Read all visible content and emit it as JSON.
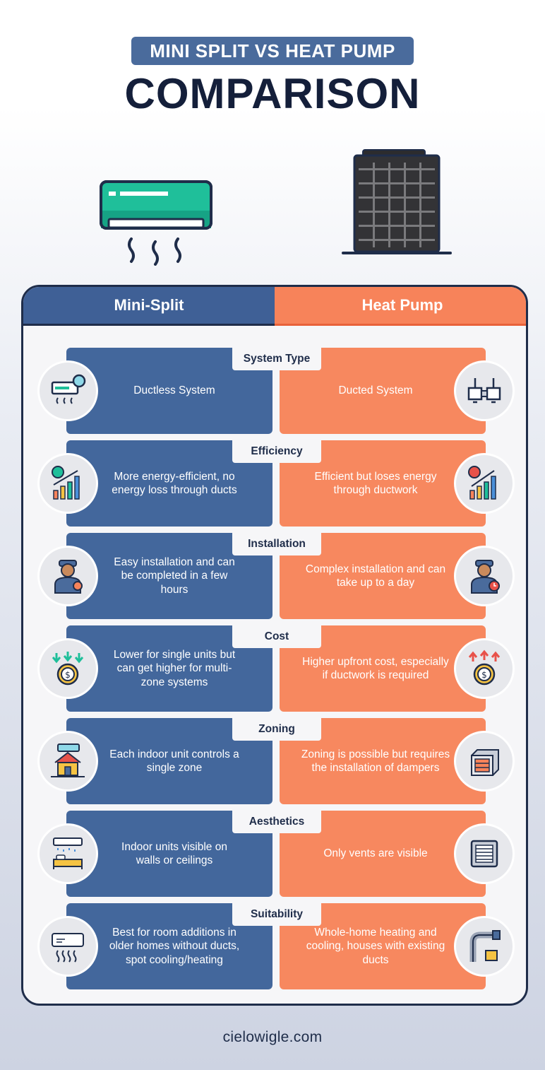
{
  "header": {
    "pill": "MINI SPLIT VS HEAT PUMP",
    "title": "COMPARISON"
  },
  "columns": {
    "left": "Mini-Split",
    "right": "Heat Pump"
  },
  "rows": [
    {
      "category": "System Type",
      "left": "Ductless System",
      "right": "Ducted System",
      "left_icon": "ductless-unit-icon",
      "right_icon": "duct-system-icon"
    },
    {
      "category": "Efficiency",
      "left": "More energy-efficient, no energy loss through ducts",
      "right": "Efficient but loses energy through ductwork",
      "left_icon": "energy-chart-up-icon",
      "right_icon": "energy-chart-down-icon"
    },
    {
      "category": "Installation",
      "left": "Easy installation and can be completed in a few hours",
      "right": "Complex installation and can take up to a day",
      "left_icon": "technician-icon",
      "right_icon": "technician-clock-icon"
    },
    {
      "category": "Cost",
      "left": "Lower for single units but can get higher for multi-zone systems",
      "right": "Higher upfront cost, especially if ductwork is required",
      "left_icon": "cost-down-icon",
      "right_icon": "cost-up-icon"
    },
    {
      "category": "Zoning",
      "left": "Each indoor unit controls a single zone",
      "right": "Zoning is possible but requires the installation of dampers",
      "left_icon": "house-zone-icon",
      "right_icon": "damper-icon"
    },
    {
      "category": "Aesthetics",
      "left": "Indoor units visible on walls or ceilings",
      "right": "Only vents are visible",
      "left_icon": "wall-unit-bed-icon",
      "right_icon": "vent-icon"
    },
    {
      "category": "Suitability",
      "left": "Best for room additions in older homes without ducts, spot cooling/heating",
      "right": "Whole-home heating and cooling, houses with existing ducts",
      "left_icon": "heater-unit-icon",
      "right_icon": "pipes-icon"
    }
  ],
  "footer": "cielowigle.com",
  "colors": {
    "blue": "#43679c",
    "orange": "#f7885f",
    "navy": "#1f2d4a",
    "teal": "#1fbf9a"
  }
}
